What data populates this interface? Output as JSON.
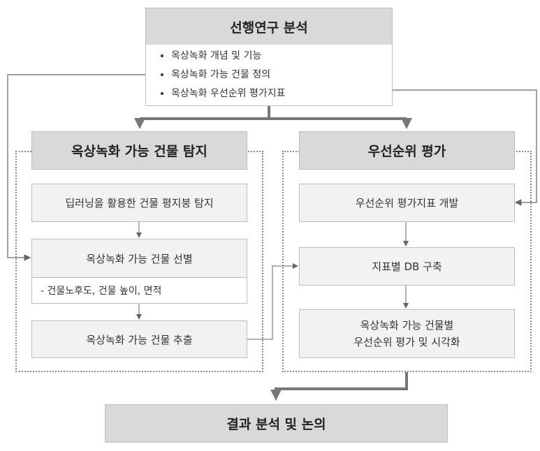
{
  "top": {
    "title": "선행연구 분석",
    "bullets": [
      "옥상녹화 개념 및 기능",
      "옥상녹화 가능 건물 정의",
      "옥상녹화 우선순위 평가지표"
    ]
  },
  "left": {
    "title": "옥상녹화 가능 건물 탐지",
    "step1": "딥러닝을 활용한 건물 평지붕 탐지",
    "step2": "옥상녹화 가능 건물 선별",
    "step2_detail": "-   건물노후도, 건물 높이, 면적",
    "step3": "옥상녹화 가능 건물 추출"
  },
  "right": {
    "title": "우선순위 평가",
    "step1": "우선순위 평가지표 개발",
    "step2": "지표별 DB 구축",
    "step3_line1": "옥상녹화 가능 건물별",
    "step3_line2": "우선순위 평가 및 시각화"
  },
  "bottom": {
    "title": "결과 분석 및 논의"
  }
}
